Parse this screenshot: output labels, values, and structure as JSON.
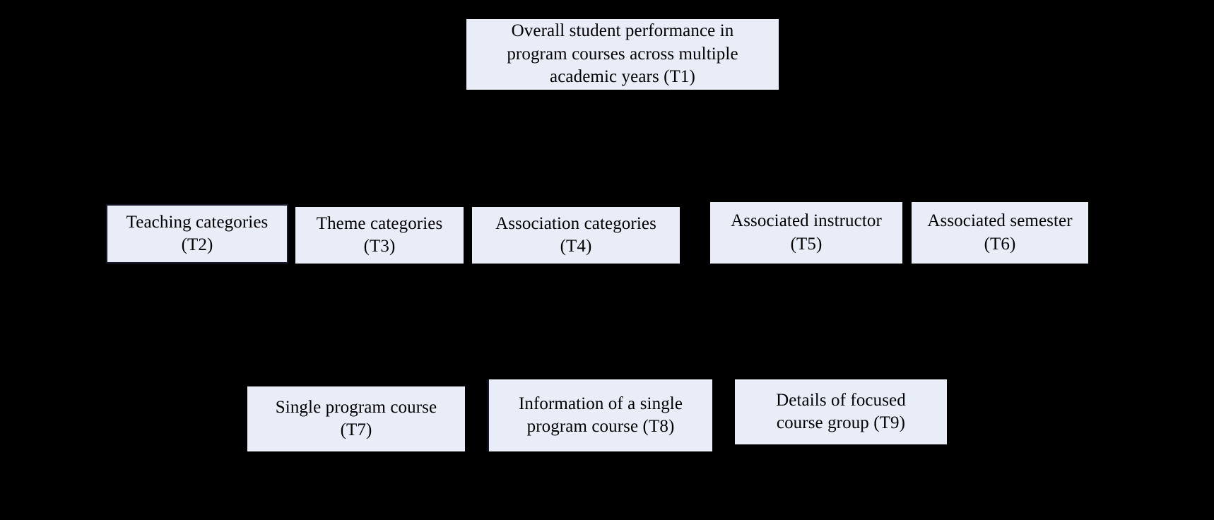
{
  "diagram": {
    "type": "task-hierarchy",
    "background_color": "#000000",
    "node_fill_color": "#e8edf8",
    "node_text_color": "#000000",
    "node_border_color": "#1a1a2e",
    "levels": [
      {
        "name": "level-1-overview",
        "nodes": [
          {
            "id": "T1",
            "code": "T1",
            "text": "Overall student performance in\nprogram courses across multiple\nacademic years (T1)"
          }
        ]
      },
      {
        "name": "level-2-categories",
        "nodes": [
          {
            "id": "T2",
            "code": "T2",
            "text": "Teaching categories\n(T2)"
          },
          {
            "id": "T3",
            "code": "T3",
            "text": "Theme categories\n(T3)"
          },
          {
            "id": "T4",
            "code": "T4",
            "text": "Association categories\n(T4)"
          },
          {
            "id": "T5",
            "code": "T5",
            "text": "Associated instructor\n(T5)"
          },
          {
            "id": "T6",
            "code": "T6",
            "text": "Associated semester\n(T6)"
          }
        ]
      },
      {
        "name": "level-3-details",
        "nodes": [
          {
            "id": "T7",
            "code": "T7",
            "text": "Single program course\n(T7)"
          },
          {
            "id": "T8",
            "code": "T8",
            "text": "Information of a single\nprogram course (T8)"
          },
          {
            "id": "T9",
            "code": "T9",
            "text": "Details of focused\ncourse group (T9)"
          }
        ]
      }
    ]
  }
}
